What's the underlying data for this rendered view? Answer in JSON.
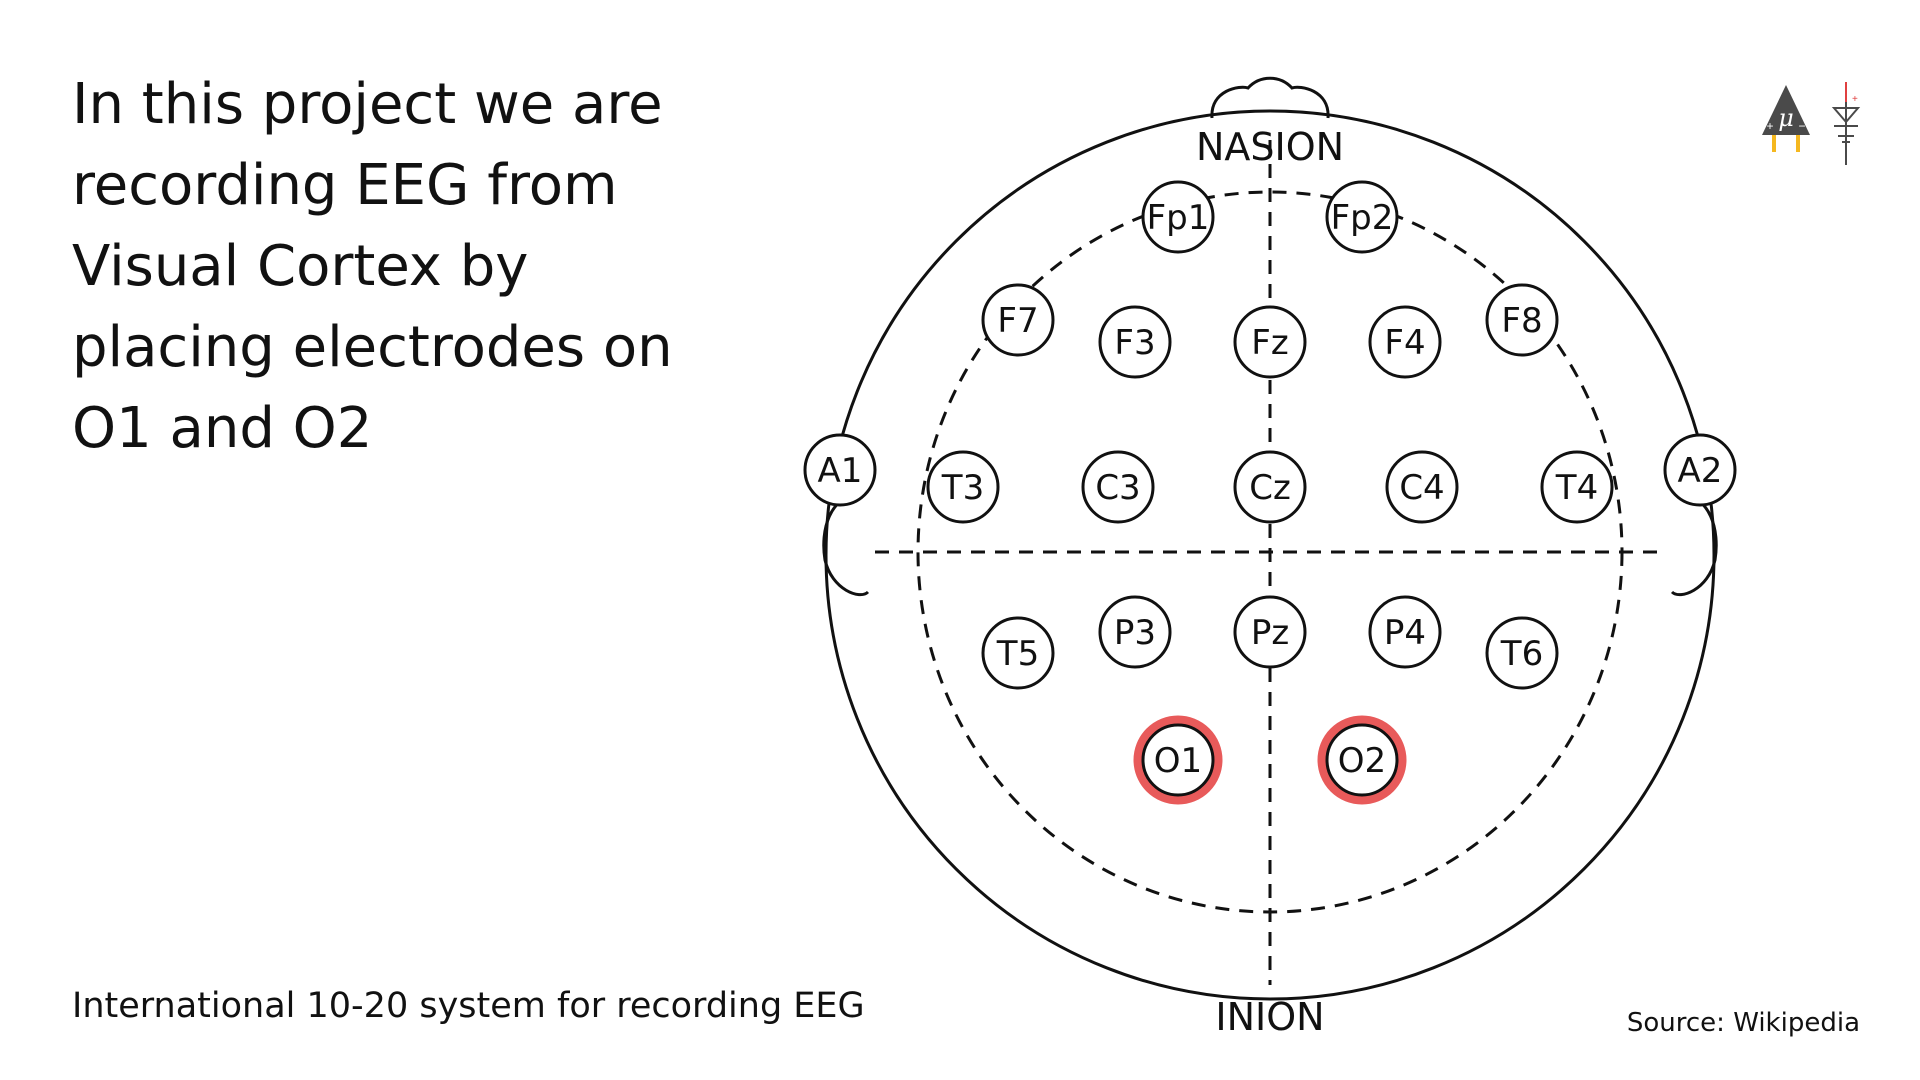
{
  "headline": "In this project we are recording EEG from Visual Cortex by placing electrodes on O1 and O2",
  "caption": "International 10-20 system for recording EEG",
  "source": "Source: Wikipedia",
  "diagram": {
    "nasion_label": "NASION",
    "inion_label": "INION",
    "electrodes": [
      {
        "id": "Fp1",
        "highlighted": false
      },
      {
        "id": "Fp2",
        "highlighted": false
      },
      {
        "id": "F7",
        "highlighted": false
      },
      {
        "id": "F3",
        "highlighted": false
      },
      {
        "id": "Fz",
        "highlighted": false
      },
      {
        "id": "F4",
        "highlighted": false
      },
      {
        "id": "F8",
        "highlighted": false
      },
      {
        "id": "A1",
        "highlighted": false
      },
      {
        "id": "T3",
        "highlighted": false
      },
      {
        "id": "C3",
        "highlighted": false
      },
      {
        "id": "Cz",
        "highlighted": false
      },
      {
        "id": "C4",
        "highlighted": false
      },
      {
        "id": "T4",
        "highlighted": false
      },
      {
        "id": "A2",
        "highlighted": false
      },
      {
        "id": "T5",
        "highlighted": false
      },
      {
        "id": "P3",
        "highlighted": false
      },
      {
        "id": "Pz",
        "highlighted": false
      },
      {
        "id": "P4",
        "highlighted": false
      },
      {
        "id": "T6",
        "highlighted": false
      },
      {
        "id": "O1",
        "highlighted": true
      },
      {
        "id": "O2",
        "highlighted": true
      }
    ],
    "highlight_color": "#e85a5a"
  },
  "logo": {
    "icon": "neuron-amplifier-logo-icon",
    "accent": "#f5b820",
    "symbol": "μ"
  }
}
